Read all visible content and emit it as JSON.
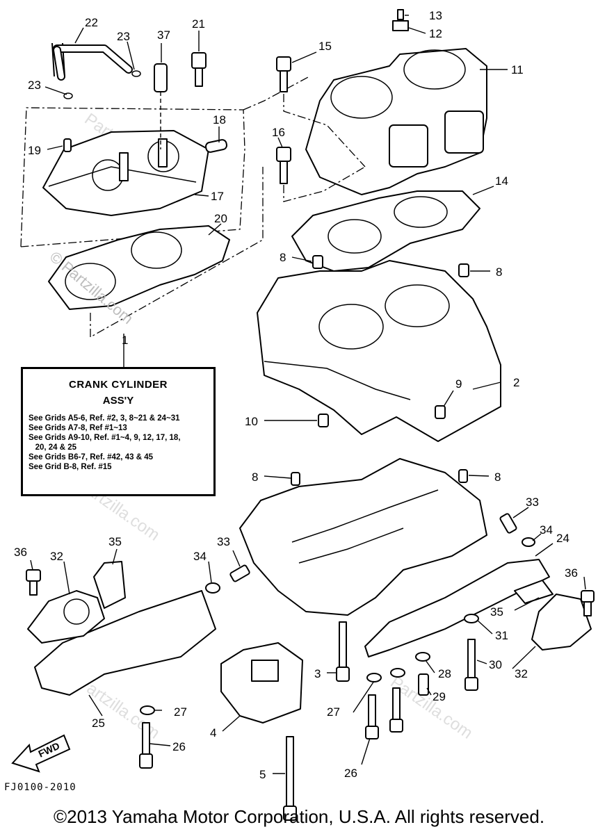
{
  "assy_box": {
    "title": "CRANK CYLINDER",
    "subtitle": "ASS'Y",
    "refs": [
      "See Grids A5-6, Ref. #2, 3, 8~21 & 24~31",
      "See Grids A7-8, Ref #1~13",
      "See Grids A9-10, Ref. #1~4, 9, 12, 17, 18,",
      "   20, 24 & 25",
      "See Grids B6-7, Ref. #42, 43 & 45",
      "See Grid B-8, Ref. #15"
    ]
  },
  "fig_code": "FJ0100-2010",
  "copyright": "©2013 Yamaha Motor Corporation, U.S.A. All rights reserved.",
  "watermark": {
    "text": "Partzilla.com",
    "corner_text": "© Partzilla.com"
  },
  "fwd_label": "FWD",
  "callouts": [
    "1",
    "2",
    "3",
    "4",
    "5",
    "8",
    "8",
    "8",
    "8",
    "9",
    "10",
    "11",
    "12",
    "13",
    "14",
    "15",
    "16",
    "17",
    "18",
    "19",
    "20",
    "21",
    "22",
    "23",
    "23",
    "24",
    "25",
    "26",
    "26",
    "27",
    "27",
    "28",
    "29",
    "30",
    "31",
    "32",
    "32",
    "33",
    "33",
    "34",
    "34",
    "35",
    "35",
    "36",
    "36",
    "37"
  ]
}
